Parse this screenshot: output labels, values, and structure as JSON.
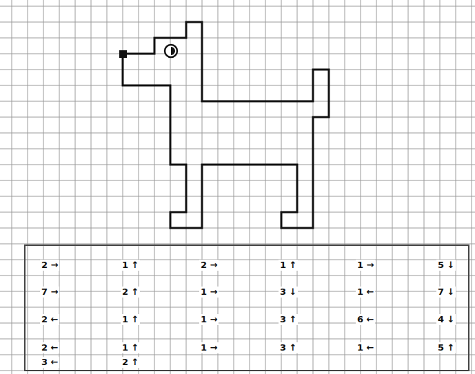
{
  "diagram": {
    "labels": [
      "2 →",
      "1 ↑",
      "2 →",
      "1 ↑",
      "1 →",
      "5 ↓",
      "7 →",
      "2 ↑",
      "1 →",
      "3 ↓",
      "1 ←",
      "7 ↓",
      "2 ←",
      "1 ↑",
      "1 →",
      "3 ↑",
      "6 ←",
      "4 ↓",
      "2 ←",
      "1 ↑",
      "1 →",
      "3 ↑",
      "1 ←",
      "5 ↑",
      "3 ←",
      "2 ↑"
    ]
  }
}
